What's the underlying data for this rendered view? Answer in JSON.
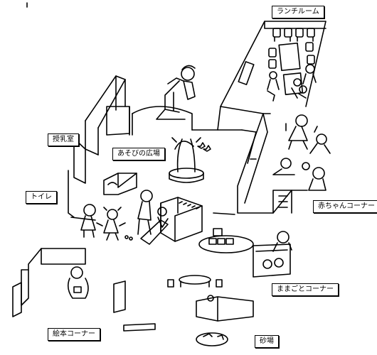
{
  "labels": {
    "lunch_room": "ランチルーム",
    "nursing_room": "授乳室",
    "play_plaza": "あそびの広場",
    "toilet": "トイレ",
    "baby_corner": "赤ちゃんコーナー",
    "pretend_play_corner": "ままごとコーナー",
    "picture_book_corner": "絵本コーナー",
    "sandbox": "砂場"
  }
}
